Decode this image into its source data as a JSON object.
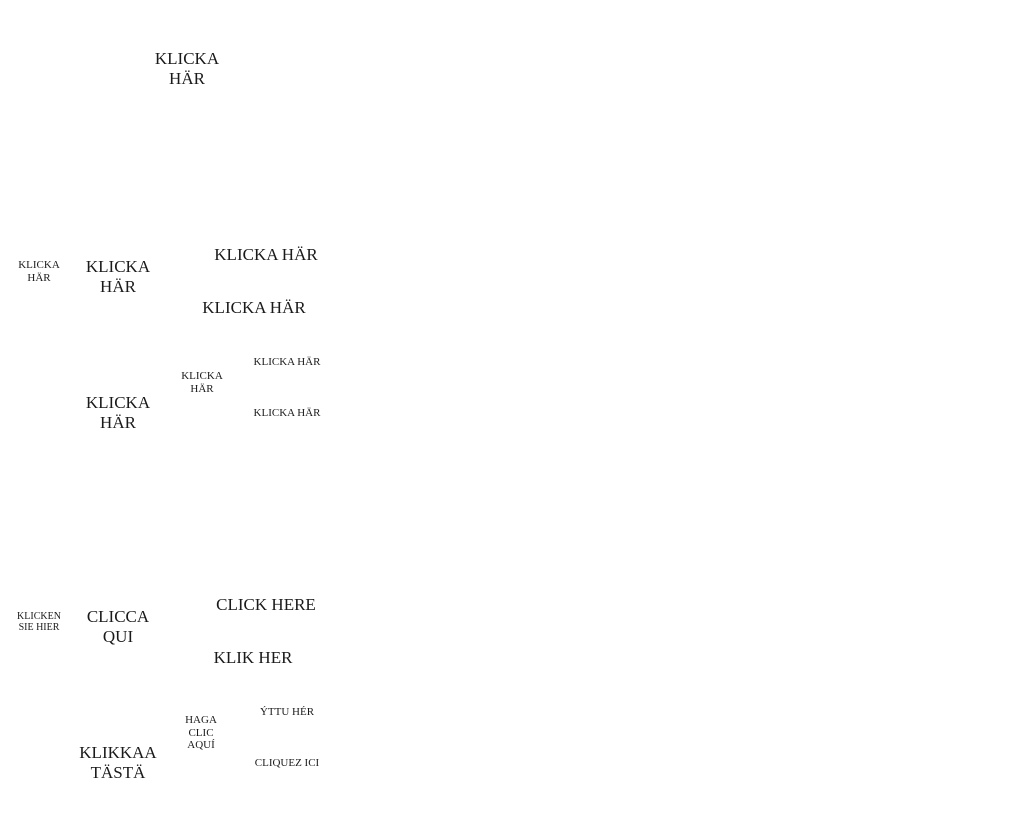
{
  "buttons": {
    "top": "KLICKA HÄR",
    "sv_tiny": "KLICKA HÄR",
    "sv_left_upper": "KLICKA HÄR",
    "sv_wide_1": "KLICKA HÄR",
    "sv_wide_2": "KLICKA HÄR",
    "sv_small_right_1": "KLICKA HÄR",
    "sv_small_mid": "KLICKA HÄR",
    "sv_small_right_2": "KLICKA HÄR",
    "sv_left_lower": "KLICKA HÄR",
    "de_tiny": "KLICKEN SIE HIER",
    "it": "CLICCA QUI",
    "en": "CLICK HERE",
    "da": "KLIK HER",
    "is": "ÝTTU HÉR",
    "es": "HAGA CLIC AQUÍ",
    "fr": "CLIQUEZ ICI",
    "fi": "KLIKKAA TÄSTÄ"
  }
}
